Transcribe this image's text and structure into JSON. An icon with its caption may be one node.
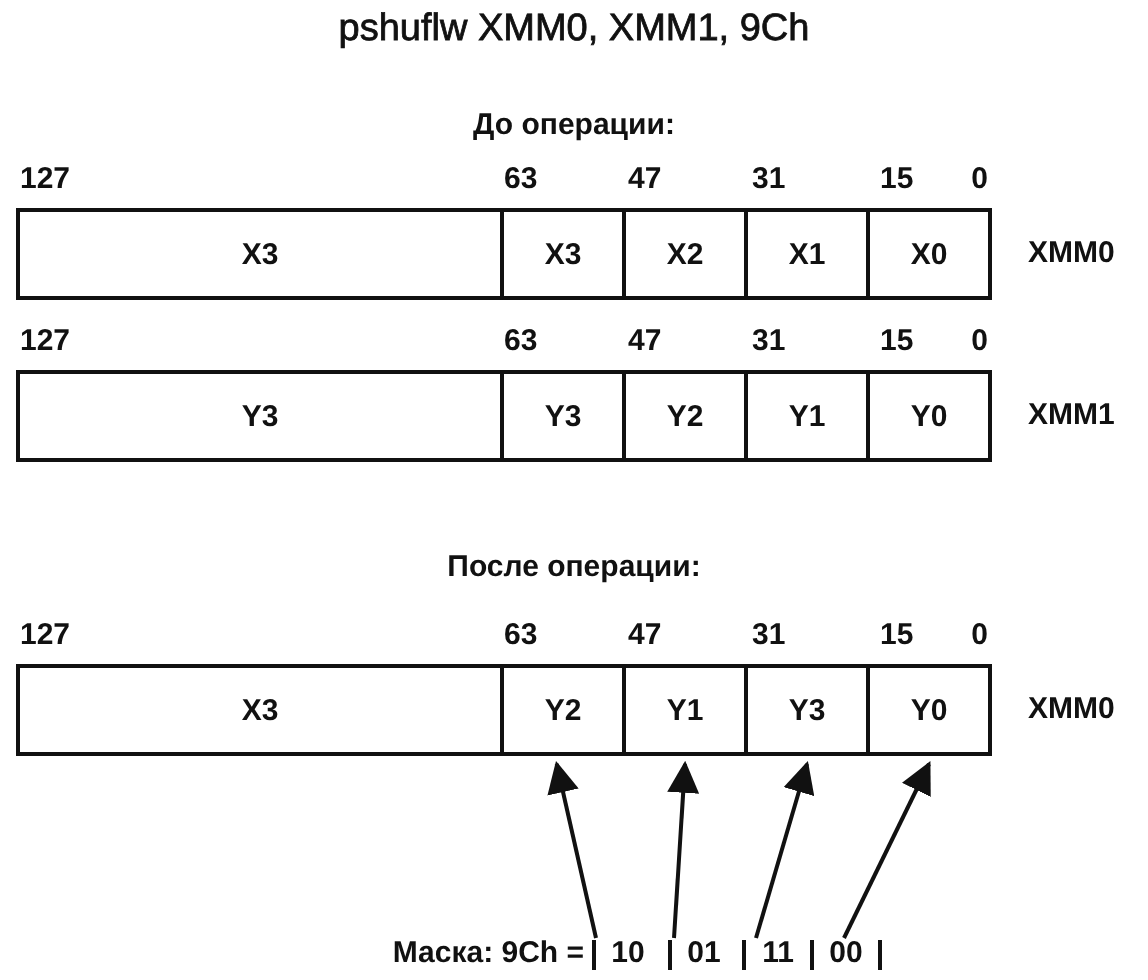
{
  "diagram": {
    "title": "pshuflw XMM0, XMM1, 9Ch",
    "nodes": [
      {
        "text": [
          "X3"
        ]
      },
      {
        "text": [
          "X3"
        ]
      },
      {
        "text": [
          "X2"
        ]
      },
      {
        "text": [
          "X1"
        ]
      },
      {
        "text": [
          "X0"
        ]
      },
      {
        "text": [
          "Y3"
        ]
      },
      {
        "text": [
          "Y3"
        ]
      },
      {
        "text": [
          "Y2"
        ]
      },
      {
        "text": [
          "Y1"
        ]
      },
      {
        "text": [
          "Y0"
        ]
      },
      {
        "text": [
          "X3"
        ]
      },
      {
        "text": [
          "Y2"
        ]
      },
      {
        "text": [
          "Y1"
        ]
      },
      {
        "text": [
          "Y3"
        ]
      },
      {
        "text": [
          "Y0"
        ]
      },
      {
        "text": [
          "10"
        ]
      },
      {
        "text": [
          "01"
        ]
      },
      {
        "text": [
          "11"
        ]
      },
      {
        "text": [
          "00"
        ]
      }
    ],
    "edges": [
      {
        "from": 15,
        "to": 11,
        "arrow": "to"
      },
      {
        "from": 16,
        "to": 12,
        "arrow": "to"
      },
      {
        "from": 17,
        "to": 13,
        "arrow": "to"
      },
      {
        "from": 18,
        "to": 14,
        "arrow": "to"
      }
    ],
    "labels": [
      "До операции:",
      "127",
      "63",
      "47",
      "31",
      "15",
      "0",
      "XMM0",
      "127",
      "63",
      "47",
      "31",
      "15",
      "0",
      "XMM1",
      "После операции:",
      "127",
      "63",
      "47",
      "31",
      "15",
      "0",
      "XMM0",
      "Маска: 9Ch ="
    ]
  }
}
